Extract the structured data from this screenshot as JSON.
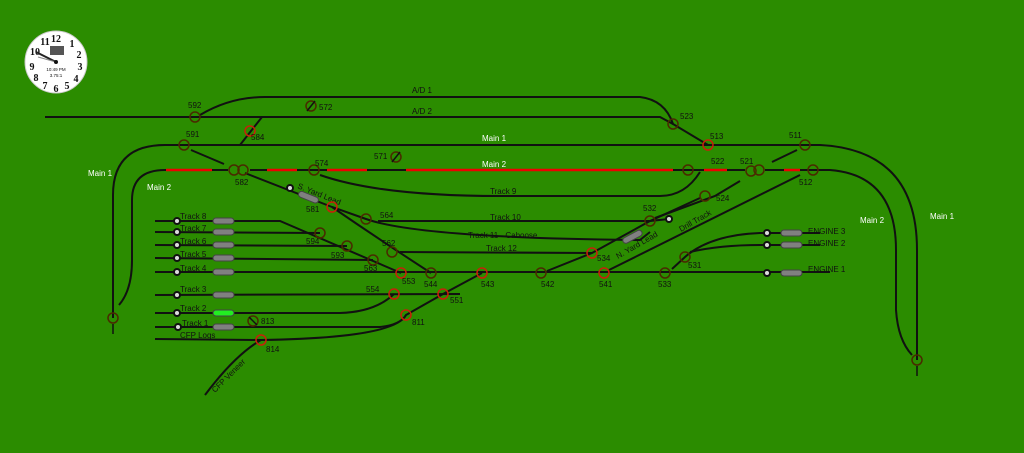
{
  "clock": {
    "time": "10:49 PM",
    "ratio": "3.75:1"
  },
  "colors": {
    "background": "#2b8c00",
    "thrown": "#c8200a",
    "normal": "#4a2a00",
    "occupied": "#ff0000",
    "block_active": "#22ee22",
    "block_idle": "#808080"
  },
  "labels": {
    "ad1": "A/D 1",
    "ad2": "A/D 2",
    "main1": "Main 1",
    "main2": "Main 2",
    "track9": "Track 9",
    "track10": "Track 10",
    "track11": "Track 11 - Caboose",
    "track12": "Track 12",
    "s_yard_lead": "S. Yard Lead",
    "n_yard_lead": "N. Yard Lead",
    "drill_track": "Drill Track",
    "cfp_veneer": "CFP Veneer"
  },
  "yard_tracks": [
    {
      "label": "Track 8",
      "active": false
    },
    {
      "label": "Track 7",
      "active": false
    },
    {
      "label": "Track 6",
      "active": false
    },
    {
      "label": "Track 5",
      "active": false
    },
    {
      "label": "Track 4",
      "active": false
    },
    {
      "label": "Track 3",
      "active": false
    },
    {
      "label": "Track 2",
      "active": true
    },
    {
      "label": "Track 1",
      "active": false
    },
    {
      "label": "CFP Logs"
    }
  ],
  "engines": [
    {
      "label": "ENGINE 3"
    },
    {
      "label": "ENGINE 2"
    },
    {
      "label": "ENGINE 1"
    }
  ],
  "turnouts": {
    "t592": {
      "label": "592",
      "state": "normal"
    },
    "t591": {
      "label": "591",
      "state": "normal"
    },
    "t584": {
      "label": "584",
      "state": "thrown"
    },
    "t582": {
      "label": "582",
      "state": "normal"
    },
    "t574": {
      "label": "574",
      "state": "normal"
    },
    "t581": {
      "label": "581",
      "state": "thrown"
    },
    "t564": {
      "label": "564",
      "state": "normal"
    },
    "t562": {
      "label": "562",
      "state": "normal"
    },
    "t594": {
      "label": "594",
      "state": "normal"
    },
    "t593": {
      "label": "593",
      "state": "normal"
    },
    "t563": {
      "label": "563",
      "state": "normal"
    },
    "t553": {
      "label": "553",
      "state": "thrown"
    },
    "t544": {
      "label": "544",
      "state": "normal"
    },
    "t554": {
      "label": "554",
      "state": "thrown"
    },
    "t551": {
      "label": "551",
      "state": "thrown"
    },
    "t811": {
      "label": "811",
      "state": "thrown"
    },
    "t814": {
      "label": "814",
      "state": "thrown"
    },
    "t543": {
      "label": "543",
      "state": "thrown"
    },
    "t542": {
      "label": "542",
      "state": "normal"
    },
    "t541": {
      "label": "541",
      "state": "thrown"
    },
    "t533": {
      "label": "533",
      "state": "normal"
    },
    "t531": {
      "label": "531",
      "state": "normal"
    },
    "t534": {
      "label": "534",
      "state": "thrown"
    },
    "t532": {
      "label": "532",
      "state": "normal"
    },
    "t524": {
      "label": "524",
      "state": "normal"
    },
    "t522": {
      "label": "522",
      "state": "normal"
    },
    "t521": {
      "label": "521",
      "state": "normal"
    },
    "t512": {
      "label": "512",
      "state": "normal"
    },
    "t511": {
      "label": "511",
      "state": "normal"
    },
    "t513": {
      "label": "513",
      "state": "thrown"
    },
    "t523": {
      "label": "523",
      "state": "normal"
    },
    "t572": {
      "label": "572",
      "state": "normal"
    },
    "t571": {
      "label": "571",
      "state": "normal"
    },
    "t813": {
      "label": "813",
      "state": "normal"
    }
  }
}
